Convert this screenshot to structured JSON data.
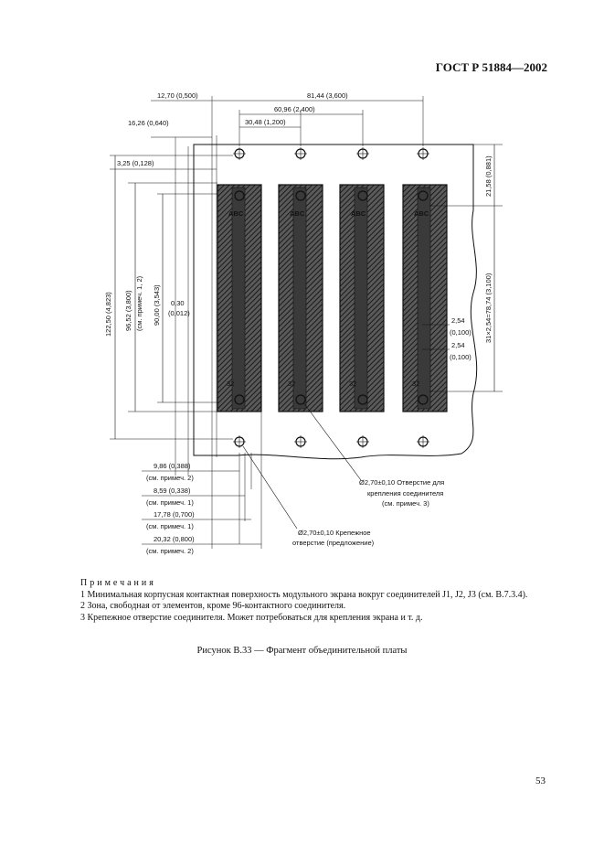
{
  "header": {
    "standard": "ГОСТ Р 51884—2002"
  },
  "drawing": {
    "top_dims": [
      "12,70 (0,500)",
      "81,44 (3,600)",
      "60,96 (2,400)",
      "30,48 (1,200)",
      "16,26 (0,640)"
    ],
    "left_dims": {
      "d325": "3,25 (0,128)",
      "d122": "122,50 (4,823)",
      "d9652": "96,52 (3,800)",
      "d9652_note": "(см. примеч. 1, 2)",
      "d90": "90,00 (3,543)",
      "d030a": "0,30",
      "d030b": "(0,012)"
    },
    "right_dims": {
      "d2158": "21,58 (0,881)",
      "d31": "31×2,54=78,74 (3,100)",
      "d254a": "2,54",
      "d254a_in": "(0,100)",
      "d254b": "2,54",
      "d254b_in": "(0,100)"
    },
    "bottom_dims": [
      {
        "value": "9,86 (0,388)",
        "note": "(см. примеч. 2)"
      },
      {
        "value": "8,59 (0,338)",
        "note": "(см. примеч. 1)"
      },
      {
        "value": "17,78 (0,700)",
        "note": "(см. примеч. 1)"
      },
      {
        "value": "20,32 (0,800)",
        "note": "(см. примеч. 2)"
      }
    ],
    "callouts": {
      "hole1_l1": "Ø2,70±0,10 Отверстие для",
      "hole1_l2": "крепления соединителя",
      "hole1_l3": "(см. примеч. 3)",
      "hole2_l1": "Ø2,70±0,10 Крепежное",
      "hole2_l2": "отверстие (предложение)"
    },
    "connector_label": "ABC",
    "pin_label": "32"
  },
  "notes": {
    "title": "Примечания",
    "n1": "1 Минимальная корпусная контактная поверхность модульного экрана вокруг соединителей J1, J2, J3 (см. В.7.3.4).",
    "n2": "2 Зона, свободная от элементов, кроме 96-контактного соединителя.",
    "n3": "3 Крепежное отверстие соединителя. Может потребоваться для крепления экрана и т. д."
  },
  "caption": "Рисунок В.33 — Фрагмент объединительной платы",
  "page_number": "53"
}
